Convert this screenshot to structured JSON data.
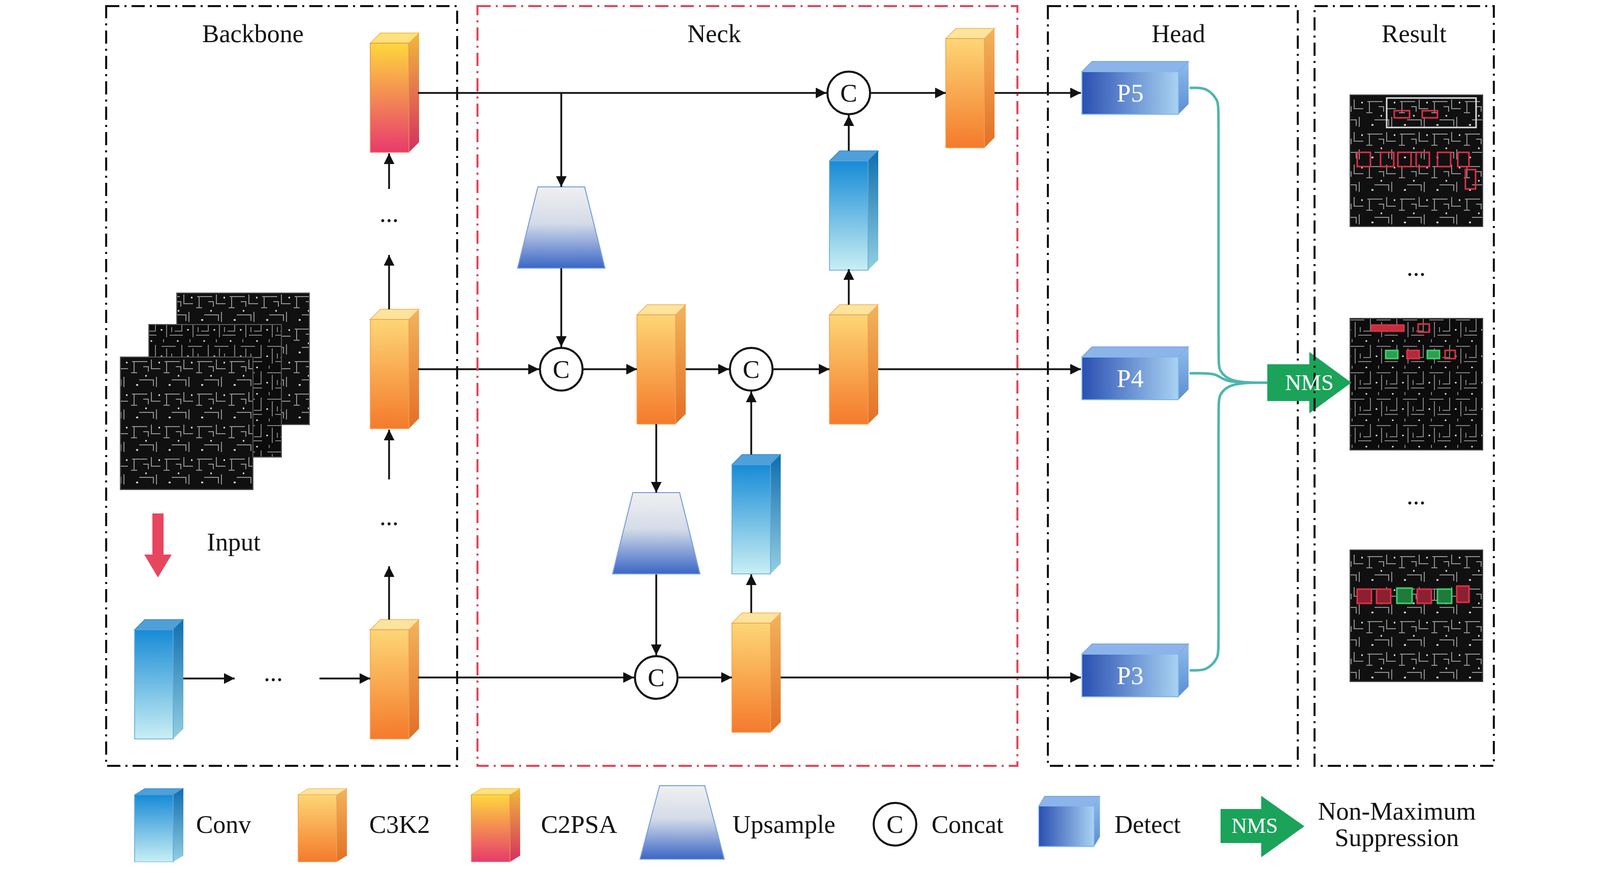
{
  "diagram": {
    "nodes": [
      {
        "text": [
          "Backbone"
        ]
      },
      {
        "text": [
          "Neck"
        ]
      },
      {
        "text": [
          "C"
        ],
        "in": 1
      },
      {
        "text": [
          "C"
        ],
        "in": 1
      },
      {
        "text": [
          "C"
        ],
        "in": 1
      },
      {
        "text": [
          "C"
        ],
        "in": 1
      },
      {
        "text": [
          "Head"
        ]
      },
      {
        "text": [
          "P5"
        ],
        "in": 6
      },
      {
        "text": [
          "P4"
        ],
        "in": 6
      },
      {
        "text": [
          "P3"
        ],
        "in": 6
      },
      {
        "text": [
          "NMS"
        ]
      },
      {
        "text": [
          "Result"
        ]
      }
    ],
    "edges": [
      {
        "from": 7,
        "to": 10,
        "arrow": "none"
      },
      {
        "from": 8,
        "to": 10,
        "arrow": "none"
      },
      {
        "from": 9,
        "to": 10,
        "arrow": "none"
      }
    ],
    "labels": [
      "...",
      "...",
      "...",
      "Input",
      "...",
      "...",
      "C",
      "NMS"
    ],
    "legend": [
      {
        "text": "Conv"
      },
      {
        "text": "C3K2"
      },
      {
        "text": "C2PSA"
      },
      {
        "text": "Upsample"
      },
      {
        "text": "Concat"
      },
      {
        "text": "Detect"
      },
      {
        "text": "Non-Maximum Suppression"
      }
    ]
  }
}
